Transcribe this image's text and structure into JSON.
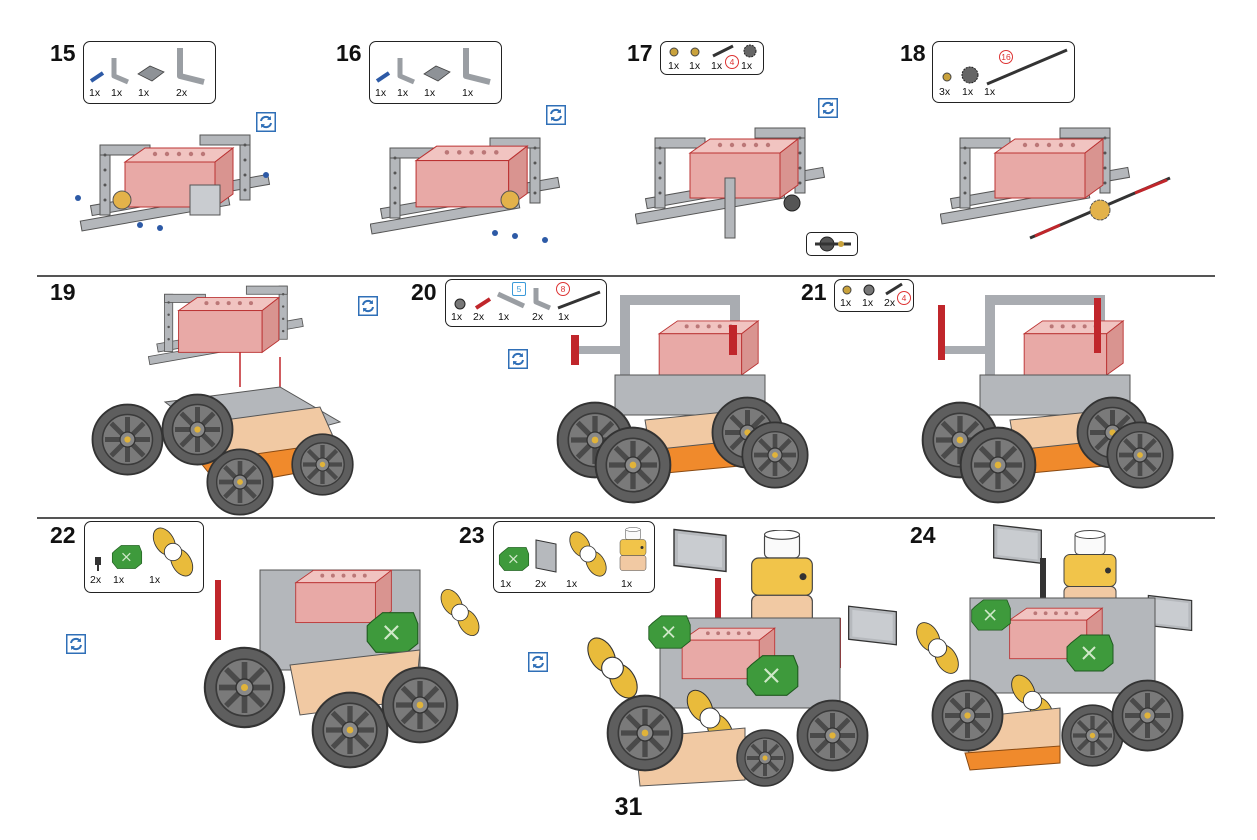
{
  "page": {
    "number": "31"
  },
  "steps": [
    {
      "number": "15",
      "parts": [
        {
          "qty": "1x",
          "icon": "pin-icon"
        },
        {
          "qty": "1x",
          "icon": "angle-beam-icon"
        },
        {
          "qty": "1x",
          "icon": "plate-icon"
        },
        {
          "qty": "2x",
          "icon": "l-beam-icon"
        }
      ]
    },
    {
      "number": "16",
      "parts": [
        {
          "qty": "1x",
          "icon": "pin-icon"
        },
        {
          "qty": "1x",
          "icon": "angle-beam-icon"
        },
        {
          "qty": "1x",
          "icon": "plate-icon"
        },
        {
          "qty": "1x",
          "icon": "l-beam-icon"
        }
      ]
    },
    {
      "number": "17",
      "parts": [
        {
          "qty": "1x",
          "icon": "bushing-icon"
        },
        {
          "qty": "1x",
          "icon": "bushing-icon"
        },
        {
          "qty": "1x",
          "icon": "axle-icon",
          "length": "4"
        },
        {
          "qty": "1x",
          "icon": "gear-icon"
        }
      ]
    },
    {
      "number": "18",
      "parts": [
        {
          "qty": "3x",
          "icon": "bushing-icon"
        },
        {
          "qty": "1x",
          "icon": "gear-icon"
        },
        {
          "qty": "1x",
          "icon": "axle-icon",
          "length": "16"
        }
      ]
    },
    {
      "number": "19",
      "parts": []
    },
    {
      "number": "20",
      "parts": [
        {
          "qty": "1x",
          "icon": "small-gear-icon"
        },
        {
          "qty": "2x",
          "icon": "red-pin-icon"
        },
        {
          "qty": "1x",
          "icon": "beam-icon",
          "length": "5"
        },
        {
          "qty": "2x",
          "icon": "angle-beam-icon"
        },
        {
          "qty": "1x",
          "icon": "axle-icon",
          "length": "8"
        }
      ]
    },
    {
      "number": "21",
      "parts": [
        {
          "qty": "1x",
          "icon": "bushing-icon"
        },
        {
          "qty": "1x",
          "icon": "small-gear-icon"
        },
        {
          "qty": "2x",
          "icon": "axle-icon",
          "length": "4"
        }
      ]
    },
    {
      "number": "22",
      "parts": [
        {
          "qty": "2x",
          "icon": "axle-joint-icon"
        },
        {
          "qty": "1x",
          "icon": "motor-module-icon"
        },
        {
          "qty": "1x",
          "icon": "propeller-icon"
        }
      ]
    },
    {
      "number": "23",
      "parts": [
        {
          "qty": "1x",
          "icon": "motor-module-icon"
        },
        {
          "qty": "2x",
          "icon": "panel-icon"
        },
        {
          "qty": "1x",
          "icon": "propeller-icon"
        },
        {
          "qty": "1x",
          "icon": "light-module-icon"
        }
      ]
    },
    {
      "number": "24",
      "parts": []
    }
  ],
  "colors": {
    "block": "#e8a9a6",
    "frame": "#a9acb1",
    "tire": "#5e5e5e",
    "base": "#f08a2c",
    "battery": "#f1c9a3",
    "green": "#3e9a3c",
    "yellow": "#e9bb3b",
    "red": "#c0262b",
    "rotate": "#2f6fb7"
  }
}
